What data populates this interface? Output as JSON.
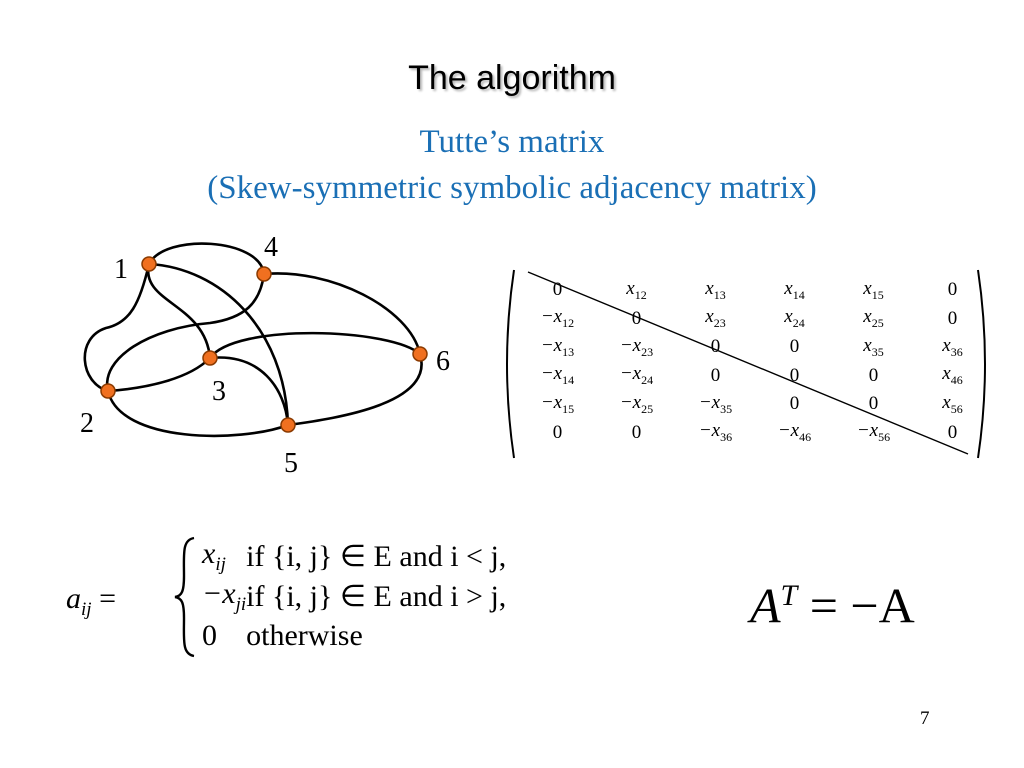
{
  "slide": {
    "title": "The algorithm",
    "subtitle_line1": "Tutte’s matrix",
    "subtitle_line2": "(Skew-symmetric symbolic adjacency matrix)",
    "page_number": "7"
  },
  "colors": {
    "subtitle": "#1a6fb5",
    "node_fill": "#f07020",
    "node_stroke": "#8a3a00",
    "edge": "#000000"
  },
  "graph": {
    "nodes": [
      {
        "id": "1",
        "label": "1"
      },
      {
        "id": "2",
        "label": "2"
      },
      {
        "id": "3",
        "label": "3"
      },
      {
        "id": "4",
        "label": "4"
      },
      {
        "id": "5",
        "label": "5"
      },
      {
        "id": "6",
        "label": "6"
      }
    ],
    "edges": [
      [
        "1",
        "2"
      ],
      [
        "1",
        "3"
      ],
      [
        "1",
        "4"
      ],
      [
        "1",
        "5"
      ],
      [
        "2",
        "3"
      ],
      [
        "2",
        "4"
      ],
      [
        "2",
        "5"
      ],
      [
        "3",
        "5"
      ],
      [
        "3",
        "6"
      ],
      [
        "4",
        "6"
      ],
      [
        "5",
        "6"
      ]
    ]
  },
  "matrix": {
    "rows": [
      [
        "0",
        "x_12",
        "x_13",
        "x_14",
        "x_15",
        "0"
      ],
      [
        "−x_12",
        "0",
        "x_23",
        "x_24",
        "x_25",
        "0"
      ],
      [
        "−x_13",
        "−x_23",
        "0",
        "0",
        "x_35",
        "x_36"
      ],
      [
        "−x_14",
        "−x_24",
        "0",
        "0",
        "0",
        "x_46"
      ],
      [
        "−x_15",
        "−x_25",
        "−x_35",
        "0",
        "0",
        "x_56"
      ],
      [
        "0",
        "0",
        "−x_36",
        "−x_46",
        "−x_56",
        "0"
      ]
    ]
  },
  "definition": {
    "lhs": "a",
    "lhs_sub": "ij",
    "equals": "=",
    "cases": [
      {
        "value": "x",
        "value_sub": "ij",
        "condition": "if {i, j} ∈ E and i < j,"
      },
      {
        "value": "−x",
        "value_sub": "ji",
        "condition": "if {i, j} ∈ E and i > j,"
      },
      {
        "value": "0",
        "value_sub": "",
        "condition": "otherwise"
      }
    ]
  },
  "identity": {
    "base": "A",
    "sup": "T",
    "rhs": " = −A"
  }
}
